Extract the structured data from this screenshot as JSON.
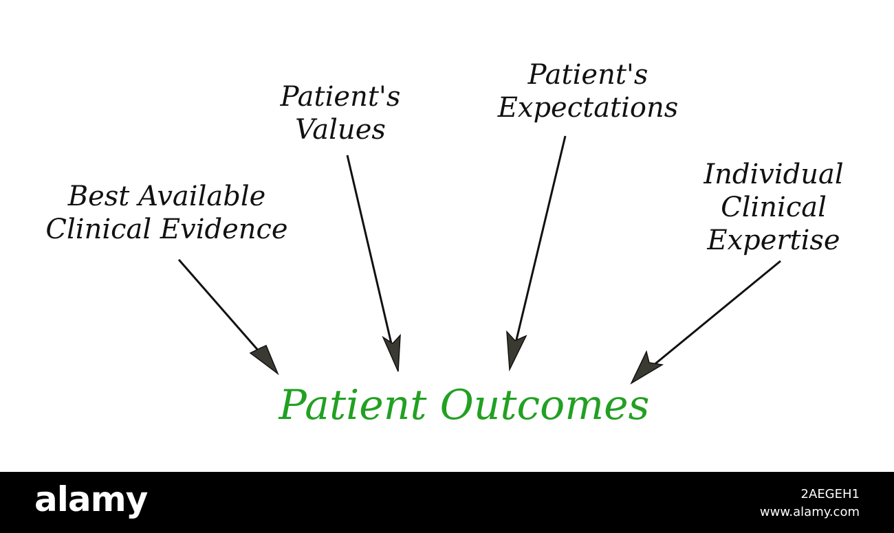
{
  "diagram": {
    "inputs": [
      {
        "lines": [
          "Best Available",
          "Clinical Evidence"
        ]
      },
      {
        "lines": [
          "Patient's",
          "Values"
        ]
      },
      {
        "lines": [
          "Patient's",
          "Expectations"
        ]
      },
      {
        "lines": [
          "Individual",
          "Clinical",
          "Expertise"
        ]
      }
    ],
    "outcome": "Patient Outcomes",
    "colors": {
      "text": "#111111",
      "outcome": "#22a022",
      "arrow": "#111111",
      "arrowhead_fill": "#3a3a32"
    }
  },
  "footer": {
    "brand": "alamy",
    "image_id": "2AEGEH1",
    "site": "www.alamy.com"
  }
}
